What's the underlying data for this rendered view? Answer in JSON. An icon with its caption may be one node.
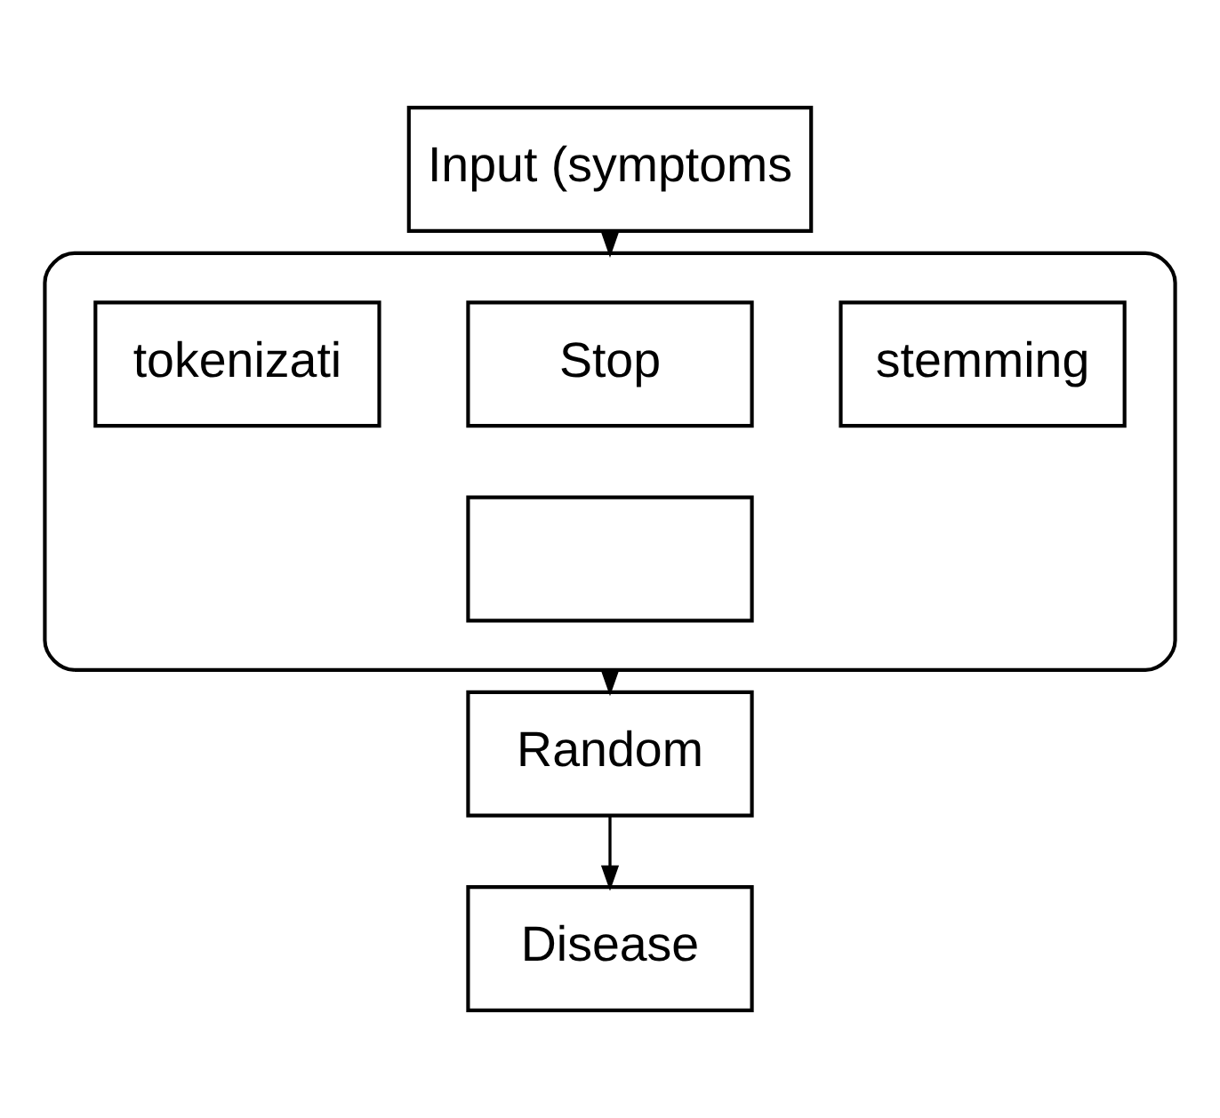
{
  "diagram": {
    "nodes": [
      {
        "text": [
          "Input (symptoms"
        ]
      },
      {
        "text": [],
        "shape": "box"
      },
      {
        "text": [
          "tokenizati"
        ],
        "in": 1
      },
      {
        "text": [
          "Stop"
        ],
        "in": 1
      },
      {
        "text": [
          "stemming"
        ],
        "in": 1
      },
      {
        "text": [],
        "shape": "box",
        "in": 1
      },
      {
        "text": [
          "Random"
        ]
      },
      {
        "text": [
          "Disease"
        ]
      }
    ],
    "edges": [
      {
        "from": 0,
        "to": 1,
        "arrow": "to"
      },
      {
        "from": 1,
        "to": 6,
        "arrow": "to"
      },
      {
        "from": 6,
        "to": 7,
        "arrow": "to"
      }
    ]
  }
}
